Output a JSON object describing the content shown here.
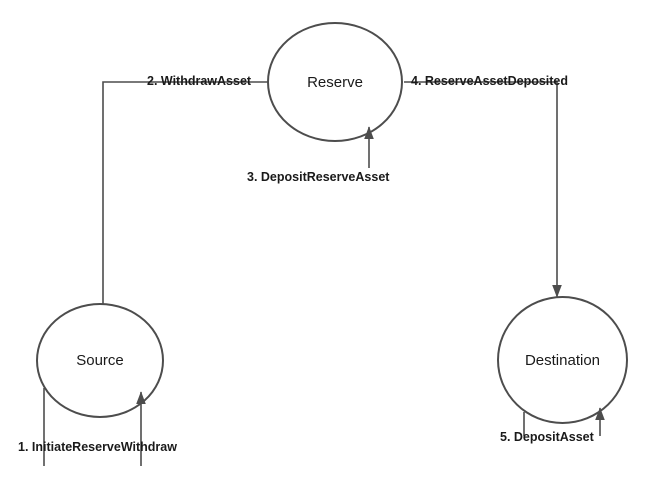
{
  "diagram": {
    "type": "flow-diagram",
    "nodes": [
      {
        "id": "reserve",
        "label": "Reserve"
      },
      {
        "id": "source",
        "label": "Source"
      },
      {
        "id": "destination",
        "label": "Destination"
      }
    ],
    "edges": [
      {
        "id": "e1",
        "label": "1. InitiateReserveWithdraw",
        "from": "external",
        "to": "source"
      },
      {
        "id": "e2",
        "label": "2. WithdrawAsset",
        "from": "reserve",
        "to": "source"
      },
      {
        "id": "e3",
        "label": "3. DepositReserveAsset",
        "from": "external",
        "to": "reserve"
      },
      {
        "id": "e4",
        "label": "4. ReserveAssetDeposited",
        "from": "reserve",
        "to": "destination"
      },
      {
        "id": "e5",
        "label": "5. DepositAsset",
        "from": "external",
        "to": "destination"
      }
    ],
    "colors": {
      "node_stroke": "#4d4d4d",
      "edge_stroke": "#4d4d4d",
      "text": "#1a1a1a",
      "background": "#ffffff"
    }
  }
}
